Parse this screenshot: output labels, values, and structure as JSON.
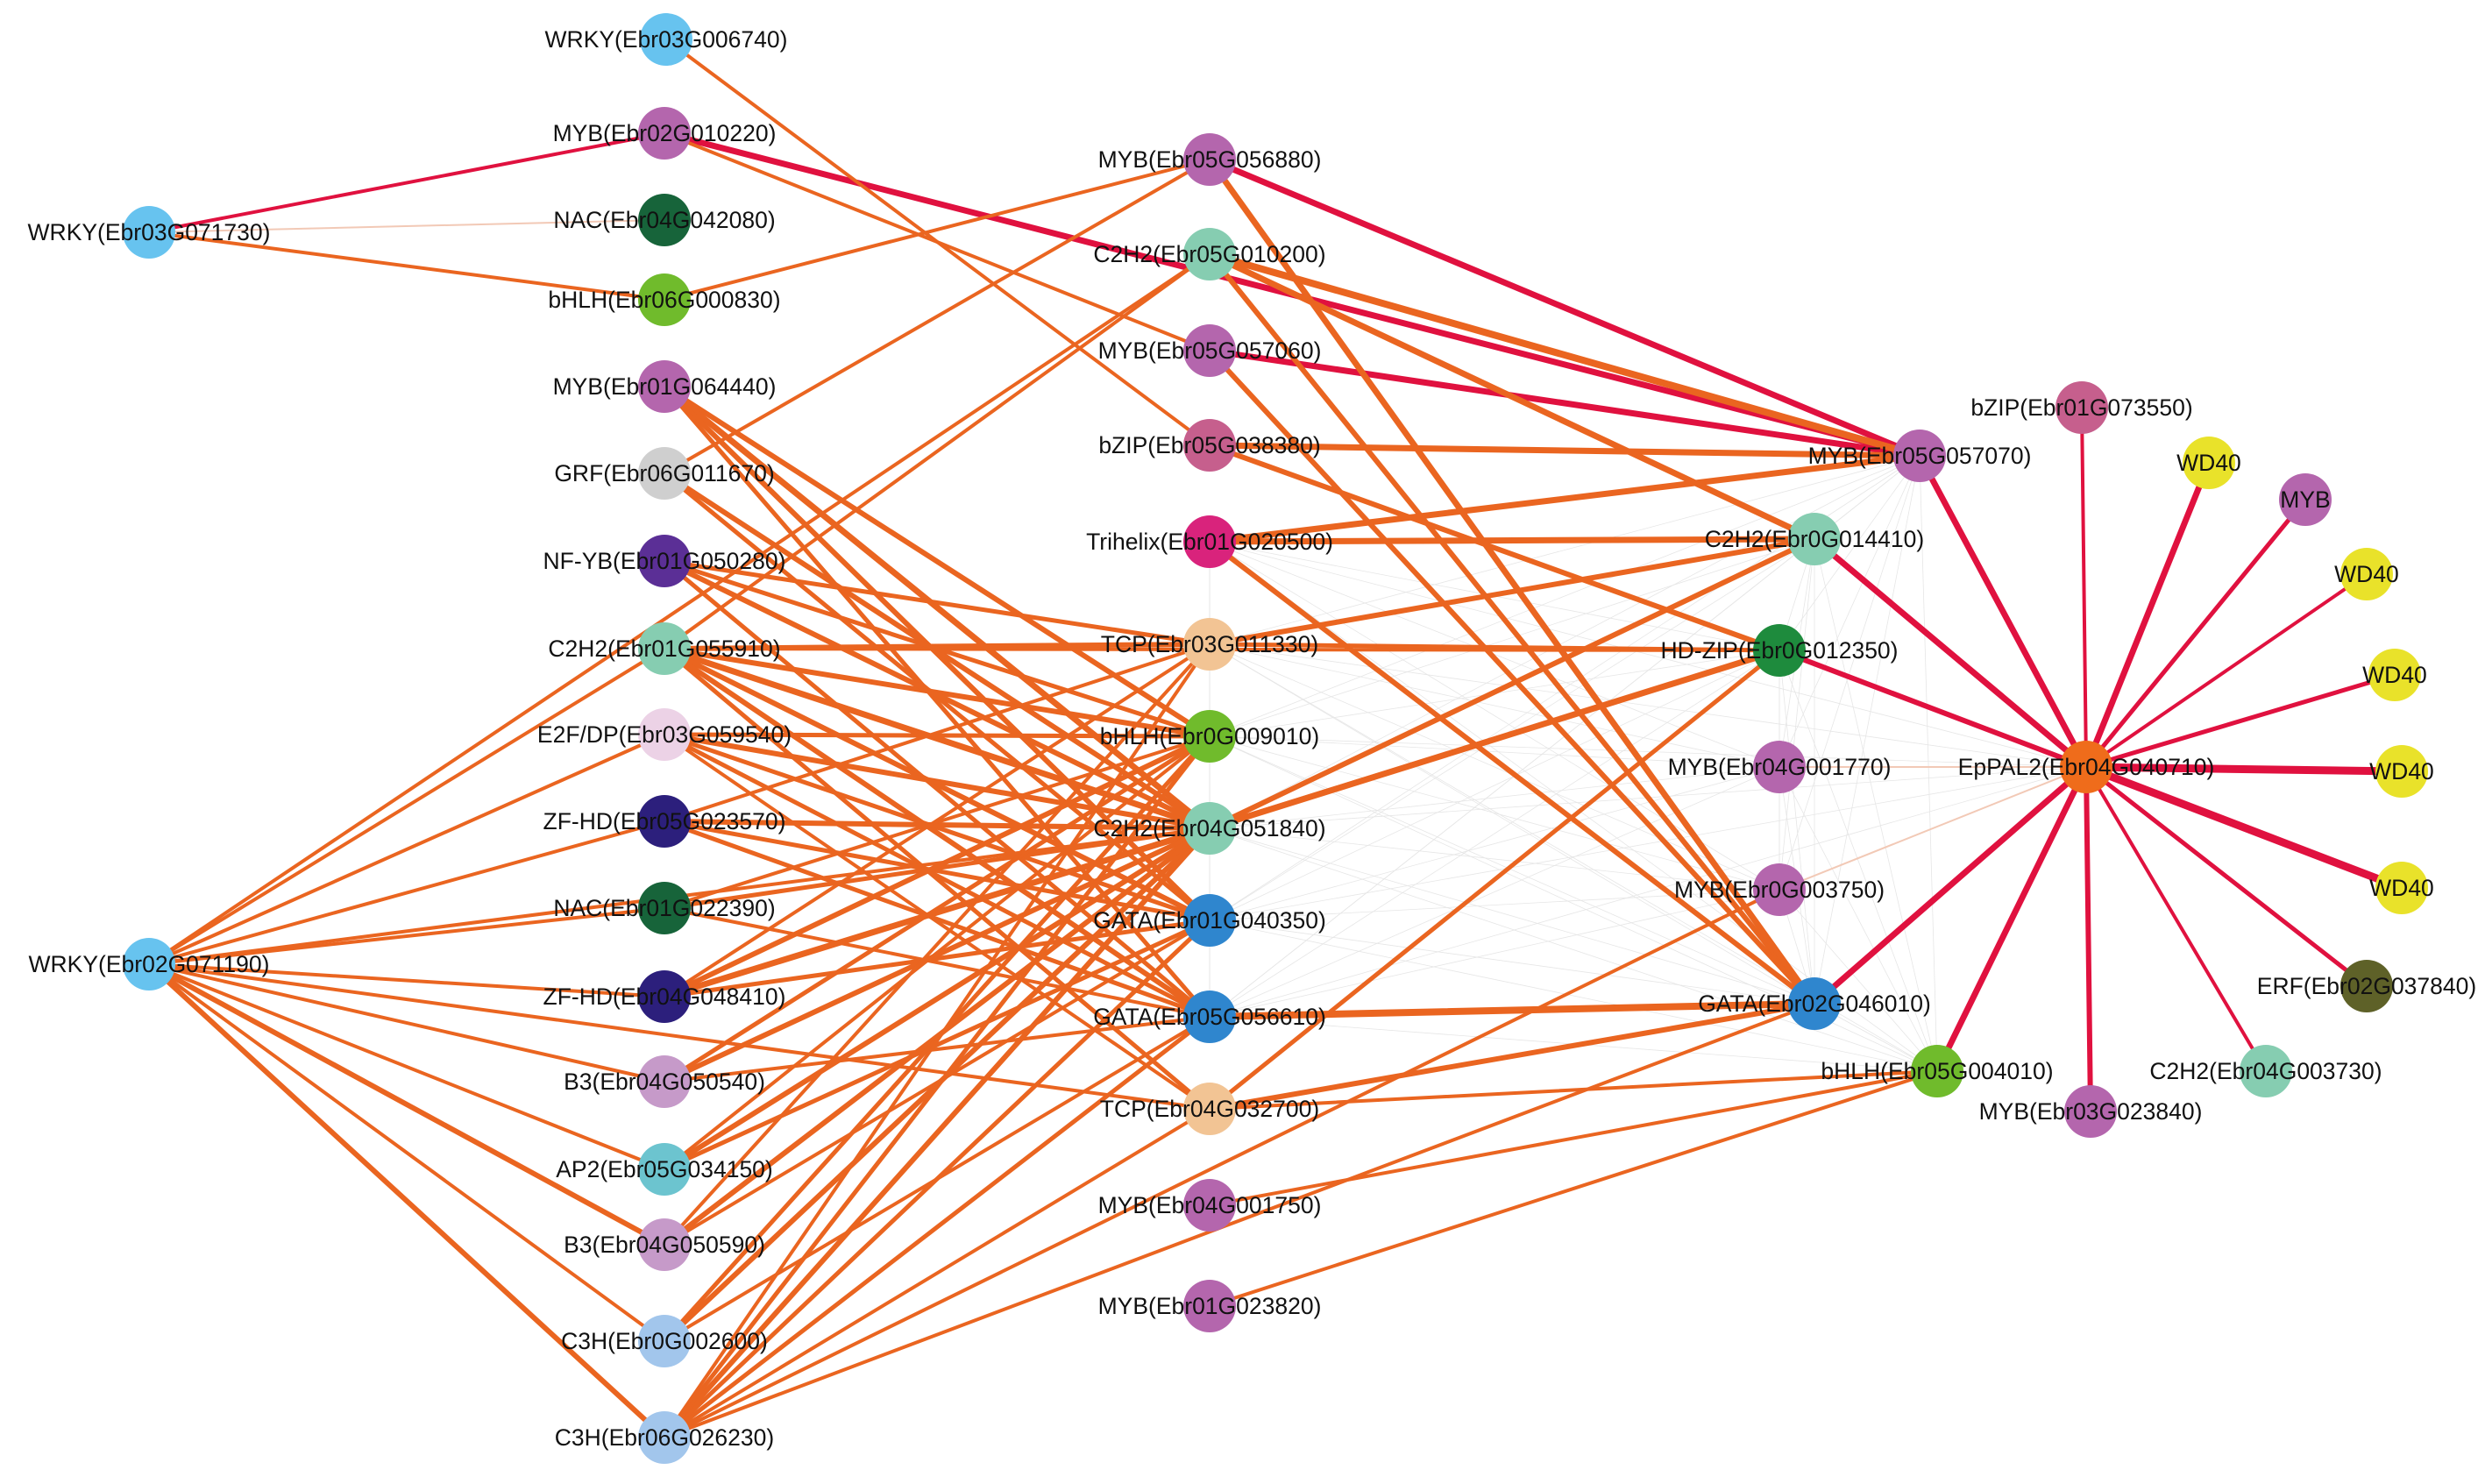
{
  "colors": {
    "strong_edge": "#e0113f",
    "edge": "#ea6520",
    "faint_edge": "#f2c9b6"
  },
  "nodes": [
    {
      "id": "n1",
      "label": "WRKY(Ebr03G006740)",
      "type": "WRKY",
      "color": "#67c3ef"
    },
    {
      "id": "n2",
      "label": "MYB(Ebr02G010220)",
      "type": "MYB",
      "color": "#b466ad"
    },
    {
      "id": "n3",
      "label": "NAC(Ebr04G042080)",
      "type": "NAC",
      "color": "#17643a"
    },
    {
      "id": "n4",
      "label": "bHLH(Ebr06G000830)",
      "type": "bHLH",
      "color": "#70bb2c"
    },
    {
      "id": "n5",
      "label": "MYB(Ebr01G064440)",
      "type": "MYB",
      "color": "#b466ad"
    },
    {
      "id": "n6",
      "label": "GRF(Ebr06G011670)",
      "type": "GRF",
      "color": "#cfcfcf"
    },
    {
      "id": "n7",
      "label": "NF-YB(Ebr01G050280)",
      "type": "NF-YB",
      "color": "#5b2f96"
    },
    {
      "id": "n8",
      "label": "C2H2(Ebr01G055910)",
      "type": "C2H2",
      "color": "#86cdb1"
    },
    {
      "id": "n9",
      "label": "E2F/DP(Ebr03G059540)",
      "type": "E2F/DP",
      "color": "#ecd2e6"
    },
    {
      "id": "n10",
      "label": "ZF-HD(Ebr05G023570)",
      "type": "ZF-HD",
      "color": "#2c1f7c"
    },
    {
      "id": "n11",
      "label": "NAC(Ebr01G022390)",
      "type": "NAC",
      "color": "#17643a"
    },
    {
      "id": "n12",
      "label": "ZF-HD(Ebr04G048410)",
      "type": "ZF-HD",
      "color": "#2c1f7c"
    },
    {
      "id": "n13",
      "label": "B3(Ebr04G050540)",
      "type": "B3",
      "color": "#c69ac9"
    },
    {
      "id": "n14",
      "label": "AP2(Ebr05G034150)",
      "type": "AP2",
      "color": "#6cc4cf"
    },
    {
      "id": "n15",
      "label": "B3(Ebr04G050590)",
      "type": "B3",
      "color": "#c69ac9"
    },
    {
      "id": "n16",
      "label": "C3H(Ebr0G002600)",
      "type": "C3H",
      "color": "#a2c6ec"
    },
    {
      "id": "n17",
      "label": "C3H(Ebr06G026230)",
      "type": "C3H",
      "color": "#a2c6ec"
    },
    {
      "id": "n18",
      "label": "WRKY(Ebr03G071730)",
      "type": "WRKY",
      "color": "#67c3ef"
    },
    {
      "id": "n19",
      "label": "WRKY(Ebr02G071190)",
      "type": "WRKY",
      "color": "#67c3ef"
    },
    {
      "id": "m1",
      "label": "MYB(Ebr05G056880)",
      "type": "MYB",
      "color": "#b466ad"
    },
    {
      "id": "m2",
      "label": "C2H2(Ebr05G010200)",
      "type": "C2H2",
      "color": "#86cdb1"
    },
    {
      "id": "m3",
      "label": "MYB(Ebr05G057060)",
      "type": "MYB",
      "color": "#b466ad"
    },
    {
      "id": "m4",
      "label": "bZIP(Ebr05G038380)",
      "type": "bZIP",
      "color": "#c65f8d"
    },
    {
      "id": "m5",
      "label": "Trihelix(Ebr01G020500)",
      "type": "Trihelix",
      "color": "#d9237c"
    },
    {
      "id": "m6",
      "label": "TCP(Ebr03G011330)",
      "type": "TCP",
      "color": "#f2c494"
    },
    {
      "id": "m7",
      "label": "bHLH(Ebr0G009010)",
      "type": "bHLH",
      "color": "#70bb2c"
    },
    {
      "id": "m8",
      "label": "C2H2(Ebr04G051840)",
      "type": "C2H2",
      "color": "#86cdb1"
    },
    {
      "id": "m9",
      "label": "GATA(Ebr01G040350)",
      "type": "GATA",
      "color": "#2f86ce"
    },
    {
      "id": "m10",
      "label": "GATA(Ebr05G056610)",
      "type": "GATA",
      "color": "#2f86ce"
    },
    {
      "id": "m11",
      "label": "TCP(Ebr04G032700)",
      "type": "TCP",
      "color": "#f2c494"
    },
    {
      "id": "m12",
      "label": "MYB(Ebr04G001750)",
      "type": "MYB",
      "color": "#b466ad"
    },
    {
      "id": "m13",
      "label": "MYB(Ebr01G023820)",
      "type": "MYB",
      "color": "#b466ad"
    },
    {
      "id": "r1",
      "label": "MYB(Ebr05G057070)",
      "type": "MYB",
      "color": "#b466ad"
    },
    {
      "id": "r2",
      "label": "C2H2(Ebr0G014410)",
      "type": "C2H2",
      "color": "#86cdb1"
    },
    {
      "id": "r3",
      "label": "HD-ZIP(Ebr0G012350)",
      "type": "HD-ZIP",
      "color": "#1e8b3d"
    },
    {
      "id": "r4",
      "label": "MYB(Ebr04G001770)",
      "type": "MYB",
      "color": "#b466ad"
    },
    {
      "id": "r5",
      "label": "MYB(Ebr0G003750)",
      "type": "MYB",
      "color": "#b466ad"
    },
    {
      "id": "r6",
      "label": "GATA(Ebr02G046010)",
      "type": "GATA",
      "color": "#2f86ce"
    },
    {
      "id": "r7",
      "label": "bHLH(Ebr05G004010)",
      "type": "bHLH",
      "color": "#70bb2c"
    },
    {
      "id": "hub",
      "label": "EpPAL2(Ebr04G040710)",
      "type": "EpPAL2",
      "color": "#ef6c1b"
    },
    {
      "id": "s1",
      "label": "bZIP(Ebr01G073550)",
      "type": "bZIP",
      "color": "#c65f8d"
    },
    {
      "id": "s2",
      "label": "WD40",
      "type": "WD40",
      "color": "#e9e22a"
    },
    {
      "id": "s3",
      "label": "MYB",
      "type": "MYB",
      "color": "#b466ad"
    },
    {
      "id": "s4",
      "label": "WD40",
      "type": "WD40",
      "color": "#e9e22a"
    },
    {
      "id": "s5",
      "label": "WD40",
      "type": "WD40",
      "color": "#e9e22a"
    },
    {
      "id": "s6",
      "label": "WD40",
      "type": "WD40",
      "color": "#e9e22a"
    },
    {
      "id": "s7",
      "label": "WD40",
      "type": "WD40",
      "color": "#e9e22a"
    },
    {
      "id": "s8",
      "label": "ERF(Ebr02G037840)",
      "type": "ERF",
      "color": "#5e6128"
    },
    {
      "id": "s9",
      "label": "C2H2(Ebr04G003730)",
      "type": "C2H2",
      "color": "#86cdb1"
    },
    {
      "id": "s10",
      "label": "MYB(Ebr03G023840)",
      "type": "MYB",
      "color": "#b466ad"
    }
  ],
  "edges": [
    {
      "source": "hub",
      "target": "s1",
      "kind": "strong",
      "weight": 4
    },
    {
      "source": "hub",
      "target": "s2",
      "kind": "strong",
      "weight": 7
    },
    {
      "source": "hub",
      "target": "s3",
      "kind": "strong",
      "weight": 5
    },
    {
      "source": "hub",
      "target": "s4",
      "kind": "strong",
      "weight": 4
    },
    {
      "source": "hub",
      "target": "s5",
      "kind": "strong",
      "weight": 5
    },
    {
      "source": "hub",
      "target": "s6",
      "kind": "strong",
      "weight": 9
    },
    {
      "source": "hub",
      "target": "s7",
      "kind": "strong",
      "weight": 9
    },
    {
      "source": "hub",
      "target": "s8",
      "kind": "strong",
      "weight": 5
    },
    {
      "source": "hub",
      "target": "s9",
      "kind": "strong",
      "weight": 4
    },
    {
      "source": "hub",
      "target": "s10",
      "kind": "strong",
      "weight": 6
    },
    {
      "source": "hub",
      "target": "r1",
      "kind": "strong",
      "weight": 7
    },
    {
      "source": "hub",
      "target": "r2",
      "kind": "strong",
      "weight": 7
    },
    {
      "source": "hub",
      "target": "r3",
      "kind": "strong",
      "weight": 6
    },
    {
      "source": "hub",
      "target": "r6",
      "kind": "strong",
      "weight": 7
    },
    {
      "source": "hub",
      "target": "r7",
      "kind": "strong",
      "weight": 7
    },
    {
      "source": "hub",
      "target": "r4",
      "kind": "faint",
      "weight": 2
    },
    {
      "source": "hub",
      "target": "r5",
      "kind": "faint",
      "weight": 2
    },
    {
      "source": "n2",
      "target": "r1",
      "kind": "strong",
      "weight": 7
    },
    {
      "source": "m1",
      "target": "r1",
      "kind": "strong",
      "weight": 7
    },
    {
      "source": "m3",
      "target": "r1",
      "kind": "strong",
      "weight": 7
    },
    {
      "source": "n18",
      "target": "n2",
      "kind": "strong",
      "weight": 4
    },
    {
      "source": "n18",
      "target": "n3",
      "kind": "faint",
      "weight": 2
    },
    {
      "source": "n18",
      "target": "n4",
      "kind": "normal",
      "weight": 4
    },
    {
      "source": "n1",
      "target": "m4",
      "kind": "normal",
      "weight": 4
    },
    {
      "source": "n2",
      "target": "m3",
      "kind": "normal",
      "weight": 4
    },
    {
      "source": "n4",
      "target": "m1",
      "kind": "normal",
      "weight": 4
    },
    {
      "source": "m2",
      "target": "r1",
      "kind": "normal",
      "weight": 8
    },
    {
      "source": "m2",
      "target": "r2",
      "kind": "normal",
      "weight": 7
    },
    {
      "source": "m2",
      "target": "r6",
      "kind": "normal",
      "weight": 6
    },
    {
      "source": "m1",
      "target": "r6",
      "kind": "normal",
      "weight": 7
    },
    {
      "source": "m3",
      "target": "r6",
      "kind": "normal",
      "weight": 6
    },
    {
      "source": "m4",
      "target": "r1",
      "kind": "normal",
      "weight": 7
    },
    {
      "source": "m4",
      "target": "r3",
      "kind": "normal",
      "weight": 6
    },
    {
      "source": "m5",
      "target": "r1",
      "kind": "normal",
      "weight": 7
    },
    {
      "source": "m5",
      "target": "r2",
      "kind": "normal",
      "weight": 7
    },
    {
      "source": "m5",
      "target": "r6",
      "kind": "normal",
      "weight": 6
    },
    {
      "source": "m6",
      "target": "r2",
      "kind": "normal",
      "weight": 6
    },
    {
      "source": "m6",
      "target": "r3",
      "kind": "normal",
      "weight": 5
    },
    {
      "source": "m8",
      "target": "r3",
      "kind": "normal",
      "weight": 7
    },
    {
      "source": "m10",
      "target": "r6",
      "kind": "normal",
      "weight": 8
    },
    {
      "source": "m11",
      "target": "r6",
      "kind": "normal",
      "weight": 6
    },
    {
      "source": "m11",
      "target": "r7",
      "kind": "normal",
      "weight": 4
    },
    {
      "source": "m12",
      "target": "r7",
      "kind": "normal",
      "weight": 4
    },
    {
      "source": "m13",
      "target": "r7",
      "kind": "normal",
      "weight": 4
    },
    {
      "source": "m8",
      "target": "r2",
      "kind": "normal",
      "weight": 6
    },
    {
      "source": "m11",
      "target": "r3",
      "kind": "normal",
      "weight": 5
    },
    {
      "source": "n8",
      "target": "m2",
      "kind": "normal",
      "weight": 4
    },
    {
      "source": "n8",
      "target": "m6",
      "kind": "normal",
      "weight": 6
    },
    {
      "source": "n8",
      "target": "m7",
      "kind": "normal",
      "weight": 6
    },
    {
      "source": "n8",
      "target": "m8",
      "kind": "normal",
      "weight": 7
    },
    {
      "source": "n8",
      "target": "m9",
      "kind": "normal",
      "weight": 6
    },
    {
      "source": "n8",
      "target": "m10",
      "kind": "normal",
      "weight": 6
    },
    {
      "source": "n8",
      "target": "m11",
      "kind": "normal",
      "weight": 5
    },
    {
      "source": "n8",
      "target": "r3",
      "kind": "normal",
      "weight": 4
    },
    {
      "source": "n5",
      "target": "m7",
      "kind": "normal",
      "weight": 6
    },
    {
      "source": "n5",
      "target": "m8",
      "kind": "normal",
      "weight": 7
    },
    {
      "source": "n5",
      "target": "m9",
      "kind": "normal",
      "weight": 6
    },
    {
      "source": "n5",
      "target": "m10",
      "kind": "normal",
      "weight": 5
    },
    {
      "source": "n6",
      "target": "m8",
      "kind": "normal",
      "weight": 6
    },
    {
      "source": "n6",
      "target": "m9",
      "kind": "normal",
      "weight": 5
    },
    {
      "source": "n6",
      "target": "m1",
      "kind": "normal",
      "weight": 4
    },
    {
      "source": "n7",
      "target": "m6",
      "kind": "normal",
      "weight": 5
    },
    {
      "source": "n7",
      "target": "m7",
      "kind": "normal",
      "weight": 5
    },
    {
      "source": "n7",
      "target": "m8",
      "kind": "normal",
      "weight": 6
    },
    {
      "source": "n7",
      "target": "m10",
      "kind": "normal",
      "weight": 5
    },
    {
      "source": "n9",
      "target": "m7",
      "kind": "normal",
      "weight": 5
    },
    {
      "source": "n9",
      "target": "m8",
      "kind": "normal",
      "weight": 6
    },
    {
      "source": "n9",
      "target": "m9",
      "kind": "normal",
      "weight": 5
    },
    {
      "source": "n9",
      "target": "m10",
      "kind": "normal",
      "weight": 5
    },
    {
      "source": "n9",
      "target": "m11",
      "kind": "normal",
      "weight": 4
    },
    {
      "source": "n10",
      "target": "m8",
      "kind": "normal",
      "weight": 6
    },
    {
      "source": "n10",
      "target": "m9",
      "kind": "normal",
      "weight": 5
    },
    {
      "source": "n10",
      "target": "m10",
      "kind": "normal",
      "weight": 5
    },
    {
      "source": "n10",
      "target": "m6",
      "kind": "normal",
      "weight": 4
    },
    {
      "source": "n11",
      "target": "m8",
      "kind": "normal",
      "weight": 5
    },
    {
      "source": "n11",
      "target": "m7",
      "kind": "normal",
      "weight": 4
    },
    {
      "source": "n11",
      "target": "m10",
      "kind": "normal",
      "weight": 4
    },
    {
      "source": "n12",
      "target": "m8",
      "kind": "normal",
      "weight": 7
    },
    {
      "source": "n12",
      "target": "m7",
      "kind": "normal",
      "weight": 6
    },
    {
      "source": "n12",
      "target": "m9",
      "kind": "normal",
      "weight": 5
    },
    {
      "source": "n12",
      "target": "m6",
      "kind": "normal",
      "weight": 4
    },
    {
      "source": "n12",
      "target": "r3",
      "kind": "normal",
      "weight": 5
    },
    {
      "source": "n13",
      "target": "m8",
      "kind": "normal",
      "weight": 6
    },
    {
      "source": "n13",
      "target": "m7",
      "kind": "normal",
      "weight": 5
    },
    {
      "source": "n13",
      "target": "m10",
      "kind": "normal",
      "weight": 4
    },
    {
      "source": "n14",
      "target": "m8",
      "kind": "normal",
      "weight": 6
    },
    {
      "source": "n14",
      "target": "m9",
      "kind": "normal",
      "weight": 5
    },
    {
      "source": "n14",
      "target": "m7",
      "kind": "normal",
      "weight": 4
    },
    {
      "source": "n15",
      "target": "m8",
      "kind": "normal",
      "weight": 6
    },
    {
      "source": "n15",
      "target": "m6",
      "kind": "normal",
      "weight": 4
    },
    {
      "source": "n15",
      "target": "m9",
      "kind": "normal",
      "weight": 4
    },
    {
      "source": "n16",
      "target": "m8",
      "kind": "normal",
      "weight": 6
    },
    {
      "source": "n16",
      "target": "m7",
      "kind": "normal",
      "weight": 5
    },
    {
      "source": "n16",
      "target": "m10",
      "kind": "normal",
      "weight": 4
    },
    {
      "source": "n17",
      "target": "m8",
      "kind": "normal",
      "weight": 6
    },
    {
      "source": "n17",
      "target": "m7",
      "kind": "normal",
      "weight": 5
    },
    {
      "source": "n17",
      "target": "m9",
      "kind": "normal",
      "weight": 5
    },
    {
      "source": "n17",
      "target": "m10",
      "kind": "normal",
      "weight": 5
    },
    {
      "source": "n17",
      "target": "m6",
      "kind": "normal",
      "weight": 4
    },
    {
      "source": "n17",
      "target": "m11",
      "kind": "normal",
      "weight": 4
    },
    {
      "source": "n17",
      "target": "r5",
      "kind": "normal",
      "weight": 4
    },
    {
      "source": "n17",
      "target": "r6",
      "kind": "normal",
      "weight": 4
    },
    {
      "source": "n19",
      "target": "n8",
      "kind": "normal",
      "weight": 4
    },
    {
      "source": "n19",
      "target": "n9",
      "kind": "normal",
      "weight": 4
    },
    {
      "source": "n19",
      "target": "n10",
      "kind": "normal",
      "weight": 4
    },
    {
      "source": "n19",
      "target": "n11",
      "kind": "normal",
      "weight": 4
    },
    {
      "source": "n19",
      "target": "n12",
      "kind": "normal",
      "weight": 4
    },
    {
      "source": "n19",
      "target": "n13",
      "kind": "normal",
      "weight": 4
    },
    {
      "source": "n19",
      "target": "n14",
      "kind": "normal",
      "weight": 4
    },
    {
      "source": "n19",
      "target": "n15",
      "kind": "normal",
      "weight": 6
    },
    {
      "source": "n19",
      "target": "n16",
      "kind": "normal",
      "weight": 4
    },
    {
      "source": "n19",
      "target": "n17",
      "kind": "normal",
      "weight": 6
    },
    {
      "source": "n19",
      "target": "m2",
      "kind": "normal",
      "weight": 4
    },
    {
      "source": "n19",
      "target": "m8",
      "kind": "normal",
      "weight": 4
    },
    {
      "source": "n19",
      "target": "m11",
      "kind": "normal",
      "weight": 4
    }
  ]
}
